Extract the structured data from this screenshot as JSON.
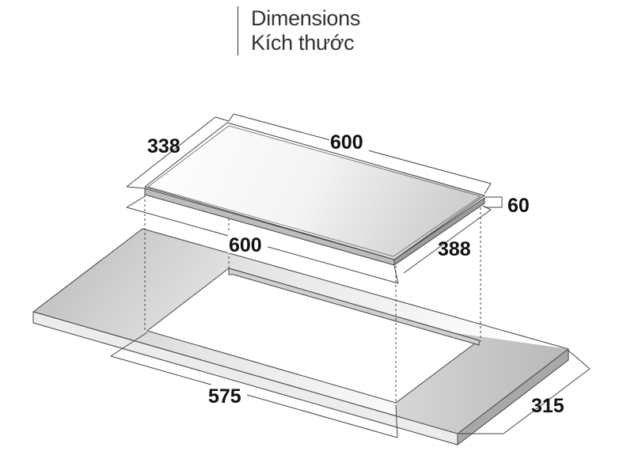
{
  "title": {
    "line1": "Dimensions",
    "line2": "Kích thước"
  },
  "dimensions": {
    "top_width": "600",
    "top_depth": "338",
    "thickness": "60",
    "base_width": "600",
    "base_depth": "388",
    "cutout_width": "575",
    "cutout_depth": "315"
  },
  "colors": {
    "line": "#333333",
    "text": "#111111",
    "background": "#ffffff"
  }
}
